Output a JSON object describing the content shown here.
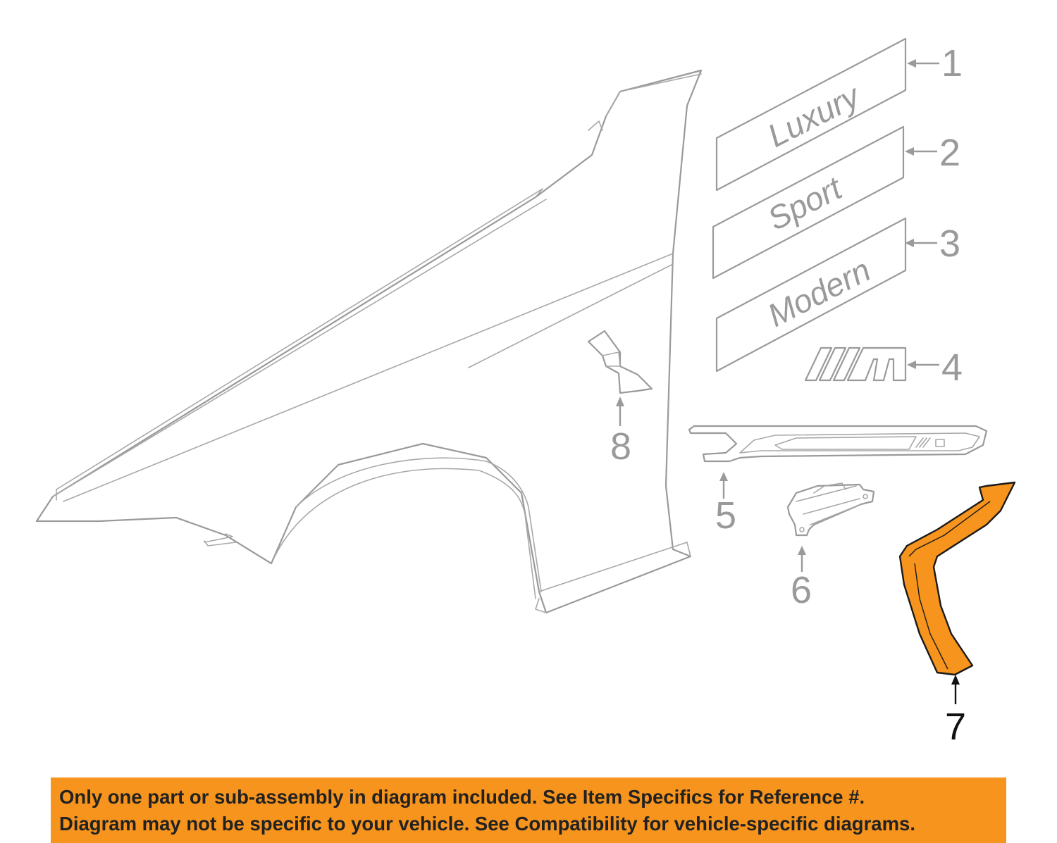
{
  "badges": [
    {
      "num": "1",
      "text": "Luxury"
    },
    {
      "num": "2",
      "text": "Sport"
    },
    {
      "num": "3",
      "text": "Modern"
    }
  ],
  "callouts": [
    "1",
    "2",
    "3",
    "4",
    "5",
    "6",
    "7",
    "8"
  ],
  "highlighted_part": "7",
  "highlight_color": "#f7941d",
  "line_color": "#9a9a9a",
  "disclaimer": {
    "line1": "Only one part or sub-assembly in diagram included. See Item Specifics for Reference #.",
    "line2": "Diagram may not be specific to your vehicle. See Compatibility for vehicle-specific diagrams.",
    "background": "#f7941d"
  }
}
